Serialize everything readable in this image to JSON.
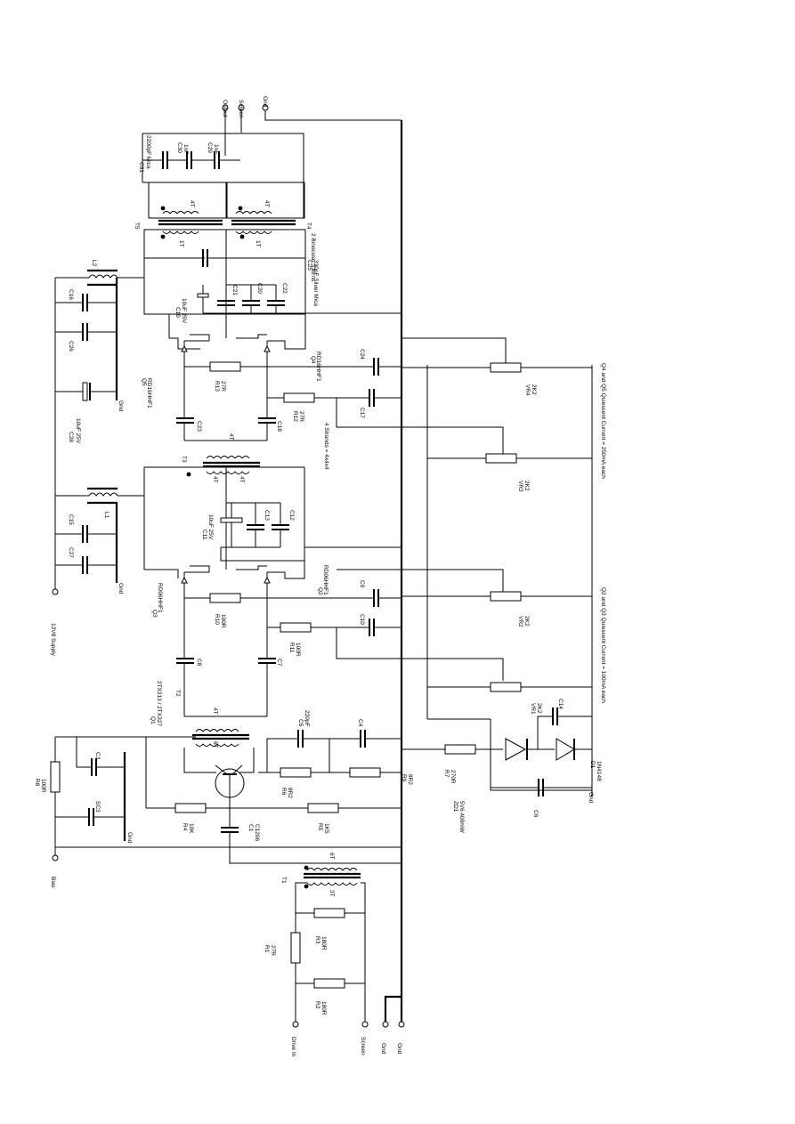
{
  "terminals": {
    "output": "Output",
    "screen_top": "Screen",
    "gnd_top": "Gnd",
    "supply": "13V8 Supply",
    "bias": "Bias",
    "drive_in": "Drive In",
    "screen_bottom": "Screen",
    "gnd_bottom_1": "Gnd",
    "gnd_bottom_2": "Gnd"
  },
  "grounds": {
    "g1": "Gnd",
    "g2": "Gnd",
    "g3": "Gnd",
    "g4": "Gnd"
  },
  "transistors": {
    "q1": "Q1",
    "q1_type": "2TX313 / 2TX327",
    "q2": "Q2",
    "q2_type": "RD06HHF1",
    "q3": "Q3",
    "q3_type": "RD06HHF1",
    "q4": "Q4",
    "q4_type": "RD16HHF1",
    "q5": "Q5",
    "q5_type": "RD16HHF1"
  },
  "transformers": {
    "t1": "T1",
    "t1_a": "6T",
    "t1_b": "3T",
    "t2": "T2",
    "t2_a": "4T",
    "t2_b": "6T",
    "t3": "T3",
    "t3_a": "4T",
    "t3_b": "4T",
    "t4": "T4",
    "t4_a": "4T",
    "t4_b": "4T",
    "t5": "T5",
    "t5_a": "4T",
    "t5_b": "1T",
    "t5_c": "1T",
    "t4_note": "2 Binocular 3 turns",
    "binocular_note": "4 Strands = 4x4x4"
  },
  "inductors": {
    "l1": "L1",
    "l2": "L2"
  },
  "capacitors": {
    "c1": "C1",
    "c1_v": "C1206",
    "c3": "C3",
    "c4": "C4",
    "c5": "C5",
    "c5_v": "220pF",
    "c6": "C6",
    "c7": "C7",
    "c8": "C8",
    "c9": "C9",
    "c10": "C10",
    "c11": "C11",
    "c11_v": "10uF 25V",
    "c12": "C12",
    "c13": "C13",
    "c14": "C14",
    "c15": "C15",
    "c16": "C16",
    "c17": "C17",
    "c18": "C18",
    "c19": "C19",
    "c19_v": "10uF 25V",
    "c20": "C20",
    "c21": "C21",
    "c22": "C22",
    "c23": "C23",
    "c24": "C24",
    "c25": "C25",
    "c25_v": "330pF Silver Mica",
    "c26": "C26",
    "c27": "C27",
    "c28": "C28",
    "c28_v": "10uF 25V",
    "c29": "C29",
    "c29_v": "1nF",
    "c30": "C30",
    "c30_v": "1nF",
    "c31": "C31",
    "c31_v": "2200pF Mica",
    "sc3": "SC3"
  },
  "resistors": {
    "r1": "R1",
    "r1_v": "27R",
    "r2": "R2",
    "r2_v": "180R",
    "r3": "R3",
    "r3_v": "180R",
    "r4": "R4",
    "r4_v": "10K",
    "r5": "R5",
    "r5_v": "1K5",
    "r6": "R6",
    "r6_v": "8R2",
    "r7": "R7",
    "r7_v": "270R",
    "r8": "R8",
    "r8_v": "100R",
    "r9": "R9",
    "r9_v": "8R2",
    "r10": "R10",
    "r10_v": "100R",
    "r11": "R11",
    "r11_v": "100R",
    "r12": "R12",
    "r12_v": "27R",
    "r13": "R13",
    "r13_v": "27R"
  },
  "pots": {
    "vr1": "VR1",
    "vr1_v": "2K2",
    "vr2": "VR2",
    "vr2_v": "2K2",
    "vr3": "VR3",
    "vr3_v": "2K2",
    "vr4": "VR4",
    "vr4_v": "2K2"
  },
  "diodes": {
    "zd1": "ZD1",
    "zd1_v": "5V6 400mW",
    "d1": "D1",
    "d1_v": "1N4148"
  },
  "notes": {
    "q2q3": "Q2 and Q3 Quiescent Current = 100mA each",
    "q4q5": "Q4 and Q5 Quiescent Current = 250mA each"
  }
}
